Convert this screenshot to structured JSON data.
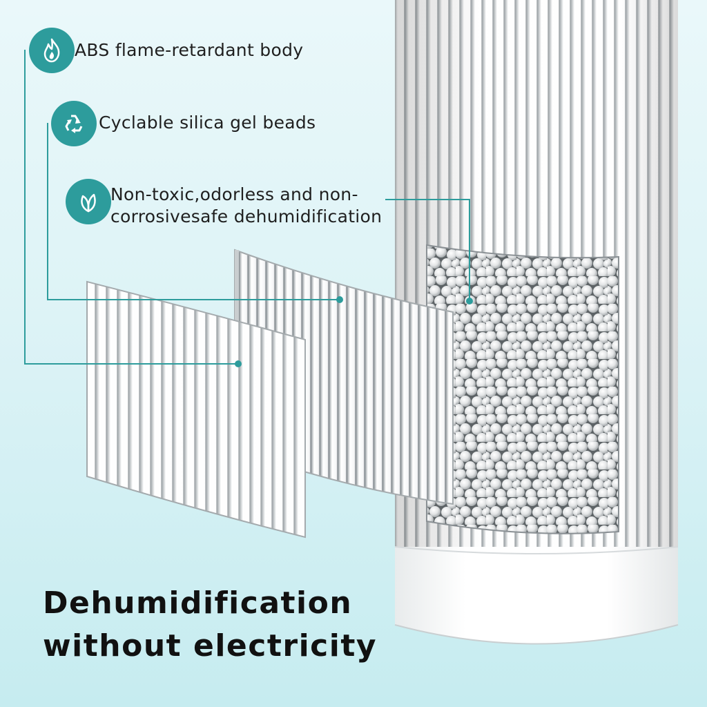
{
  "colors": {
    "accent": "#2d9c9c",
    "background_top": "#eaf8fa",
    "background_bottom": "#c6ecf0",
    "text": "#1f1f1f"
  },
  "features": [
    {
      "icon": "flame-icon",
      "label": "ABS flame-retardant body"
    },
    {
      "icon": "recycle-icon",
      "label": "Cyclable silica gel beads"
    },
    {
      "icon": "leaf-icon",
      "label_line1": "Non-toxic,odorless and non-",
      "label_line2": "corrosivesafe dehumidification"
    }
  ],
  "headline": {
    "line1": "Dehumidification",
    "line2": "without  electricity"
  }
}
